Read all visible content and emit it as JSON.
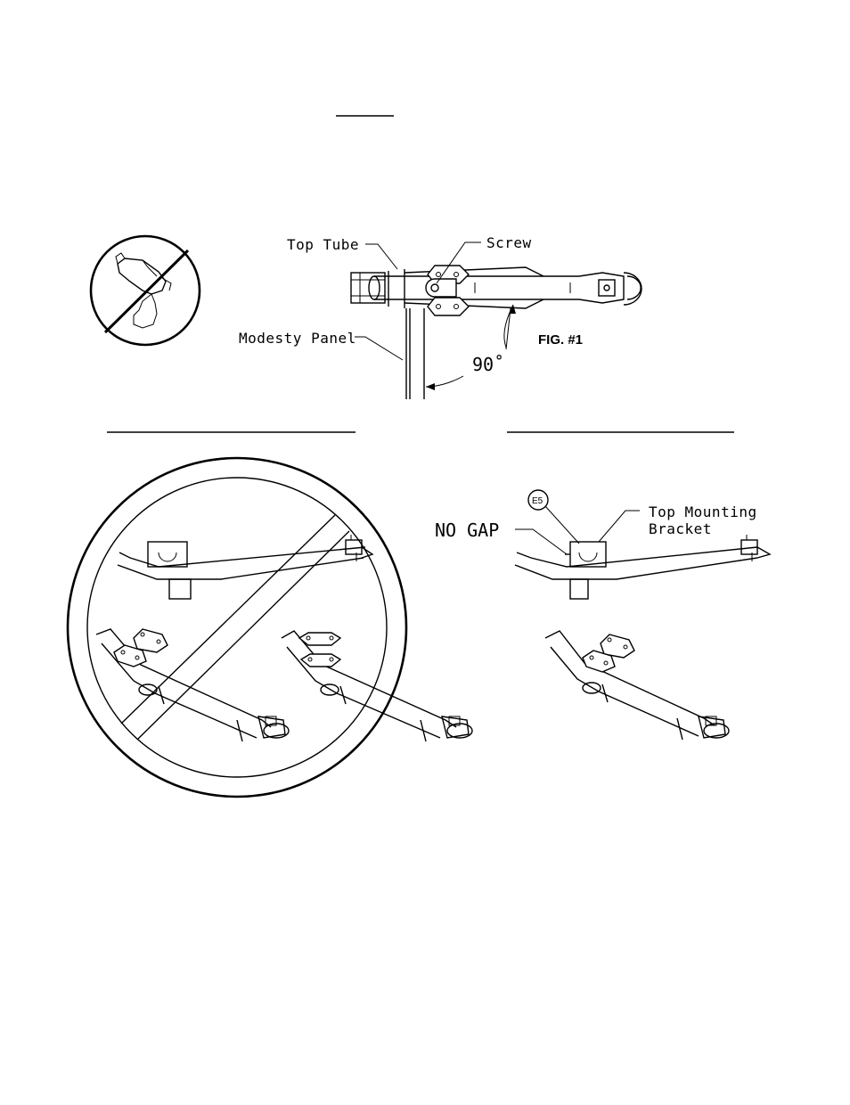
{
  "fig1": {
    "label_top_tube": "Top Tube",
    "label_screw": "Screw",
    "label_modesty_panel": "Modesty Panel",
    "label_angle": "90˚",
    "label_fig": "FIG. #1"
  },
  "fig2": {
    "label_callout": "E5",
    "label_no_gap": "NO GAP",
    "label_bracket_line1": "Top Mounting",
    "label_bracket_line2": "Bracket"
  },
  "icons": {
    "no_power_drill": "no-power-drill-icon",
    "prohibited": "prohibited-circle"
  }
}
